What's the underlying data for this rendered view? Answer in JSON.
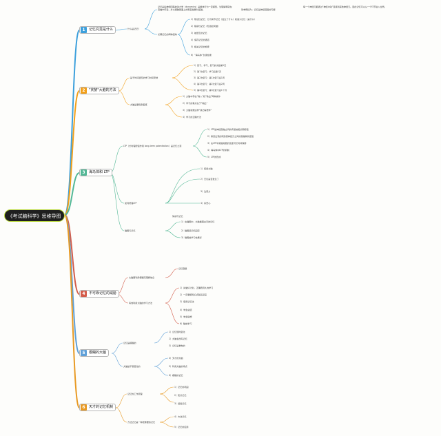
{
  "root": {
    "label": "《考试脑科学》思维导图"
  },
  "colors": {
    "b1": "#3da0dc",
    "b2": "#f2a01b",
    "b3": "#53b896",
    "b4": "#d35c4a",
    "b5": "#5fa0d8",
    "b6": "#e89a24"
  },
  "branches": [
    {
      "num": "1",
      "label": "记忆究竟是什么"
    },
    {
      "num": "2",
      "label": "\"贪婪\"大脑的方法"
    },
    {
      "num": "3",
      "label": "海马体和 LTP"
    },
    {
      "num": "4",
      "label": "不可靠记忆的威胁"
    },
    {
      "num": "5",
      "label": "模糊的大脑"
    },
    {
      "num": "6",
      "label": "天才的记忆机制"
    }
  ],
  "texts": {
    "b1_sub1": "什么是记忆？",
    "b1_desc": "记忆是指神经回路的动力学（dynamics）是整体行为一定模型，生理解释就在突触中传递，并以细胞层面上的更变发展为基础。",
    "b1_def": "简单概括为：记忆是神经回路的可塑",
    "b1_def2": "每一个神经元都通过“神经冲动”连接到其他神经元。因此记忆可以从一个环节进入全局。",
    "b1_sub2": "长期记忆的两种结构",
    "b1_l1": "1）陈述性记忆：分为情节记忆（发生了什么）和语义记忆（是什么）",
    "b1_l2": "2）程序性记忆（知道如何做）",
    "b1_l3": "3）被遗忘的记忆",
    "b1_l4": "4）保存记忆的通道",
    "b1_l5": "5）相关记忆的检索",
    "b1_l6": "6）“海马体”负责检索",
    "b2_sub1": "基于时间遗忘的学习时间安排",
    "b2_l1": "1）复习、学习、复习的次数第1天",
    "b2_l2": "2）第1次复习：学习后第1天",
    "b2_l3": "3）第2次复习：第1次复习后1周",
    "b2_l4": "4）第3次复习：第2次复习后2周",
    "b2_l5": "5）第4次复习：第3次复习后1个月",
    "b2_sub2": "大脑是要得到锻炼",
    "b2_m1": "1）大脑中存在“输入”和“输出”两种操作",
    "b2_m2": "2）学习的重点在于“输出”",
    "b2_m3": "3）大脑就像这样“我记得更牢”",
    "b2_m4": "4）学习的正确方法",
    "b3_sub1": "LTP（长时程增强作用 long-term potentiation）是记忆之源",
    "b3_l1": "1）LTP是神经突触之间的传递效能长期增强",
    "b3_l2": "2）重复出现的刺激使神经元之间的突触联系变强",
    "b3_l3": "3）在LTP中突触效能的改变可长时间保持",
    "b3_l4": "4）海马体中LTP的机制",
    "b3_l5": "5）LTP的形成",
    "b3_sub2": "如何增强LTP",
    "b3_m1": "1）使用大脑",
    "b3_m2": "2）无论是否发生了",
    "b3_m3": "3）注意力",
    "b3_m4": "4）好奇心",
    "b3_sub3": "情感与记忆",
    "b3_sub4": "睡眠与记忆",
    "b3_n1": "1）在睡眠中，大脑整理白天的记忆",
    "b3_n2": "2）睡眠使记忆固定",
    "b3_n3": "3）睡眠前学习效果好",
    "b4_sub1": "大脑要利用模糊来理解信息",
    "b4_sub2": "有效利用大脑的学习方法",
    "b4_sub3": "记忆容量",
    "b4_l1": "1）先做好计划，正确而持久的学习",
    "b4_l2": "2）一定要把知识点联系起来",
    "b4_l3": "3）使用记忆法",
    "b4_l4": "4）学会总结",
    "b4_l5": "5）学会联想",
    "b4_l6": "6）睡前学习",
    "b5_sub1": "记忆是模糊的",
    "b5_sub2": "大脑是不断变化的",
    "b5_l1": "1）记忆随时变化",
    "b5_l2": "2）大脑会改写记忆",
    "b5_l3": "3）记忆是重构的",
    "b5_l4": "4）天才的大脑",
    "b5_l5": "5）利用大脑的特点",
    "b5_l6": "6）模糊的记忆",
    "b6_sub1": "记忆的工作原理",
    "b6_sub2": "方法记忆是一种很重要的记忆",
    "b6_l1": "1）记忆的巩固",
    "b6_l2": "2）知识记忆",
    "b6_l3": "3）经验记忆",
    "b6_l4": "4）方法记忆",
    "b6_l5": "5）记忆的应用"
  }
}
